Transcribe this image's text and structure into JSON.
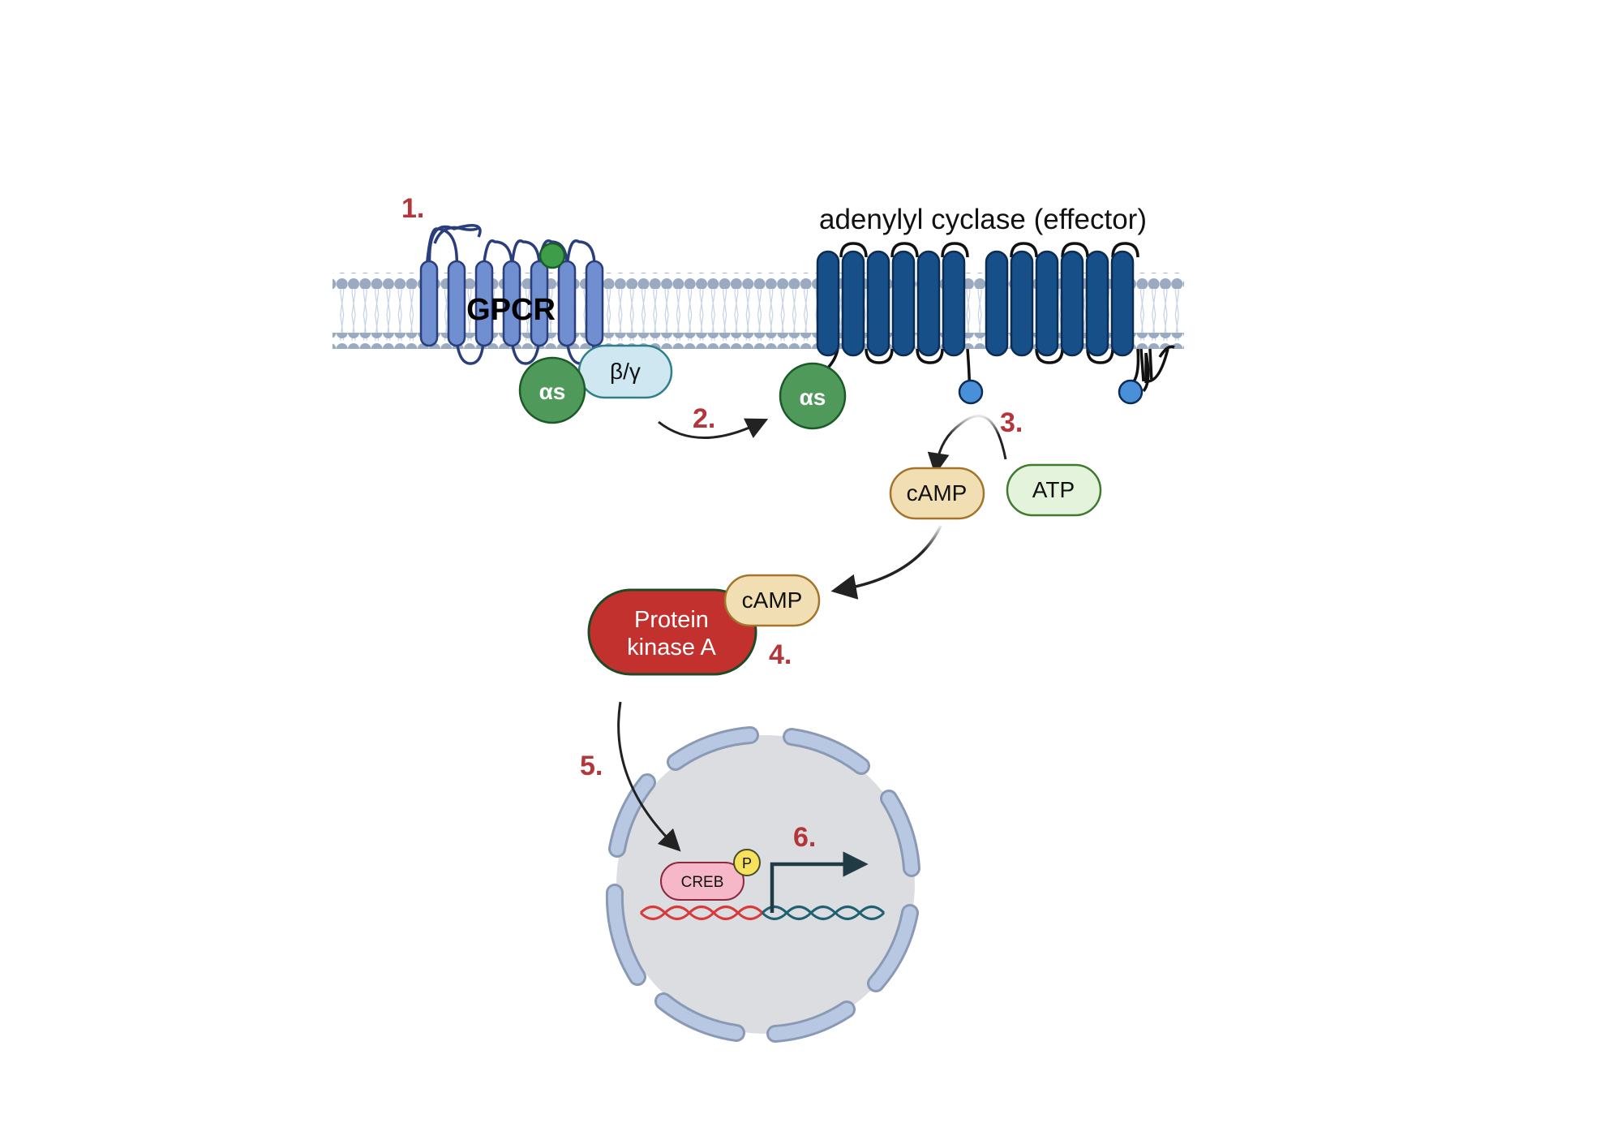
{
  "steps": {
    "s1": "1.",
    "s2": "2.",
    "s3": "3.",
    "s4": "4.",
    "s5": "5.",
    "s6": "6."
  },
  "labels": {
    "effector": "adenylyl cyclase (effector)",
    "gpcr": "GPCR",
    "beta_gamma": "β/γ",
    "alpha_s": "αs",
    "camp": "cAMP",
    "atp": "ATP",
    "pka_line1": "Protein",
    "pka_line2": "kinase A",
    "creb": "CREB",
    "phosphate": "P"
  },
  "colors": {
    "step_red": "#b5363a",
    "gpcr_blue": "#6f8fd0",
    "ac_blue": "#175089",
    "alpha_green": "#4f9a5a",
    "beta_blue": "#cfe7f0",
    "camp_tan": "#f1deb3",
    "atp_green": "#e3f3dc",
    "pka_red": "#c3312e",
    "creb_pink": "#f6b8c8",
    "nucleus_fill": "#dcdde0",
    "nuclear_envelope": "#b8c8e2"
  }
}
